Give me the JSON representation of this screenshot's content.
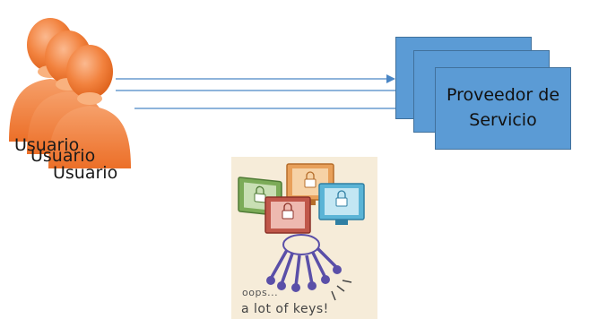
{
  "users": [
    {
      "label": "Usuario"
    },
    {
      "label": "Usuario"
    },
    {
      "label": "Usuario"
    }
  ],
  "service_provider": {
    "label": "Proveedor de\nServicio"
  },
  "keys_image": {
    "caption_line1": "oops...",
    "caption_line2": "a lot of keys!"
  },
  "colors": {
    "user_fill": "#f07a3a",
    "service_fill": "#5b9bd5",
    "arrow": "#4a86c5"
  }
}
